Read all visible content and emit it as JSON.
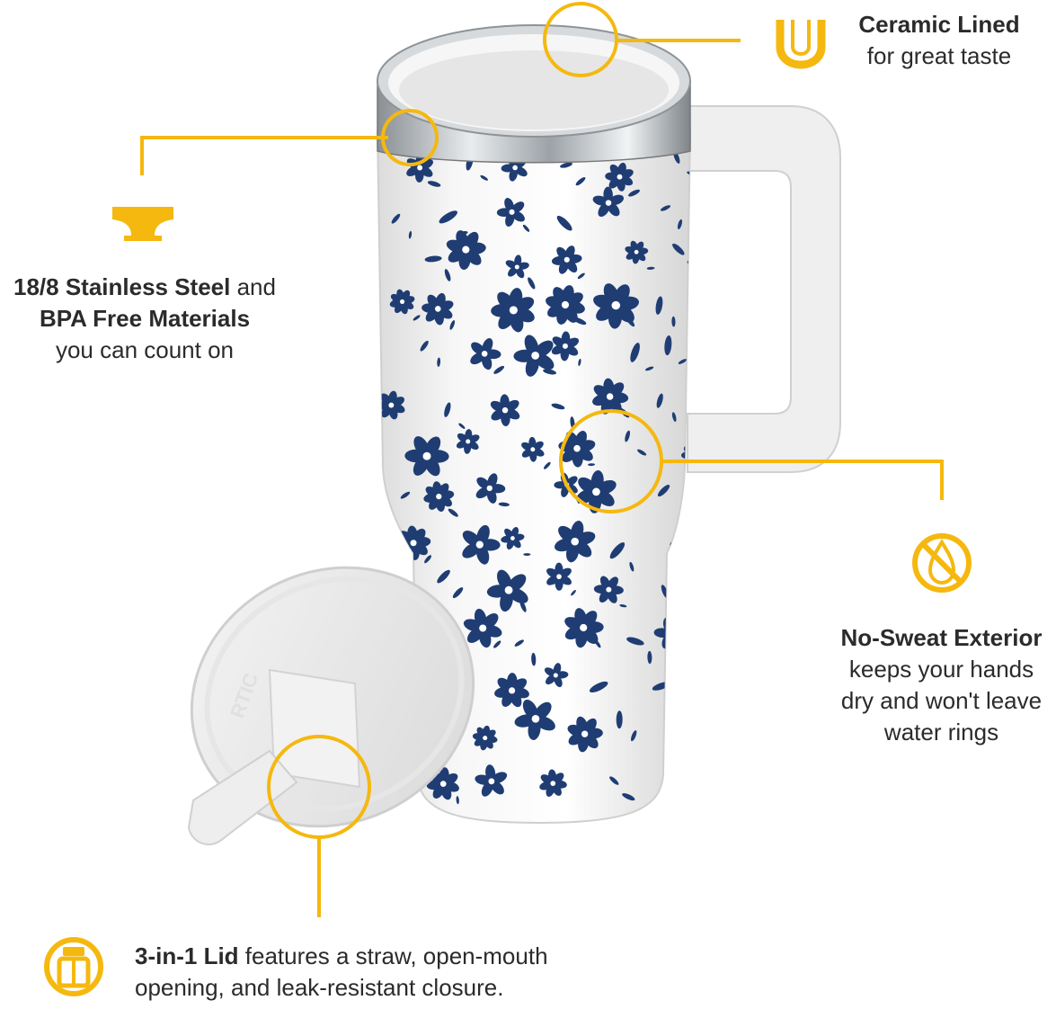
{
  "colors": {
    "accent": "#f5b80f",
    "pattern": "#1f3d73",
    "text": "#2b2b2b"
  },
  "callouts": {
    "ceramic": {
      "icon": "u-icon",
      "title": "Ceramic Lined",
      "body": "for great taste"
    },
    "steel": {
      "icon": "anvil-icon",
      "title_1": "18/8 Stainless Steel",
      "connector": " and",
      "title_2": "BPA Free Materials",
      "body": "you can count on"
    },
    "sweat": {
      "icon": "no-drop-icon",
      "title": "No-Sweat Exterior",
      "line_1": "keeps your hands",
      "line_2": "dry and won't leave",
      "line_3": "water rings"
    },
    "lid": {
      "icon": "lid-icon",
      "title": "3-in-1 Lid",
      "body_1": " features a straw, open-mouth",
      "body_2": "opening, and leak-resistant closure."
    }
  },
  "product": {
    "lid_brand": "RTIC"
  }
}
